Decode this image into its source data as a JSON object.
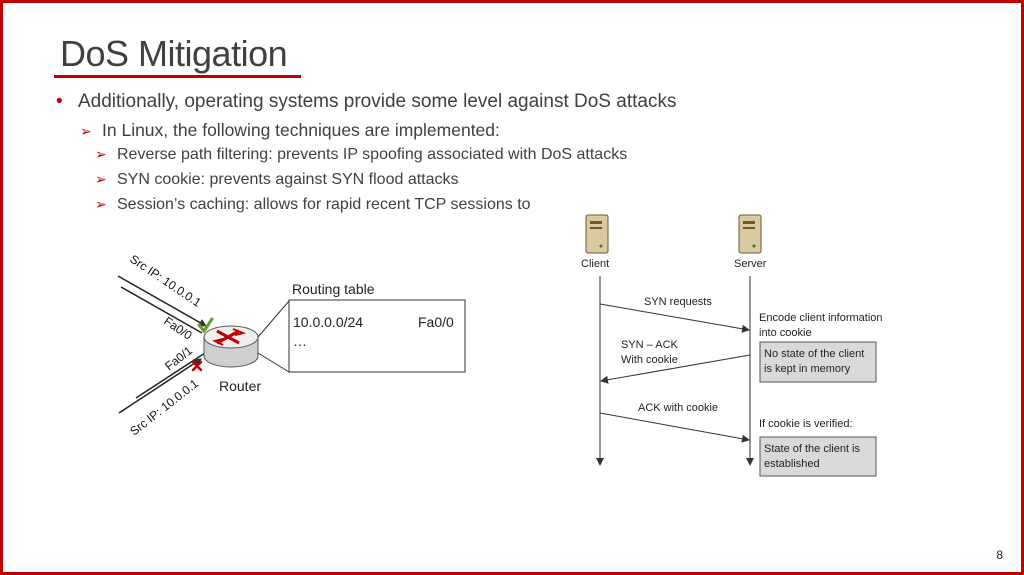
{
  "slide": {
    "title": "DoS Mitigation",
    "bullet_1": "Additionally, operating systems provide some level against DoS attacks",
    "bullet_1_1": "In Linux, the following techniques are implemented:",
    "sub_bullets": [
      "Reverse path filtering: prevents IP spoofing associated with DoS attacks",
      "SYN cookie: prevents against SYN flood attacks",
      "Session’s caching: allows for rapid recent TCP sessions to"
    ],
    "page_number": "8"
  },
  "routing_diagram": {
    "src_ip_top": "Src IP: 10.0.0.1",
    "src_ip_bottom": "Src IP: 10.0.0.1",
    "port_top": "Fa0/0",
    "port_bottom": "Fa0/1",
    "router_label": "Router",
    "table_title": "Routing table",
    "table_network": "10.0.0.0/24",
    "table_interface": "Fa0/0",
    "table_more": "…",
    "accept_color": "#6a9b2a",
    "reject_color": "#c00000"
  },
  "syn_cookie_diagram": {
    "client_label": "Client",
    "server_label": "Server",
    "msg_syn": "SYN requests",
    "msg_synack_1": "SYN – ACK",
    "msg_synack_2": "With cookie",
    "msg_ack": "ACK with cookie",
    "note_encode_1": "Encode client information",
    "note_encode_2": "into cookie",
    "box_nostate_1": "No state of the client",
    "box_nostate_2": "is kept in memory",
    "note_verified": "If cookie is verified:",
    "box_state_1": "State of the client is",
    "box_state_2": "established"
  },
  "colors": {
    "accent": "#c00000",
    "text": "#404040",
    "box_fill": "#d9d9d9"
  }
}
